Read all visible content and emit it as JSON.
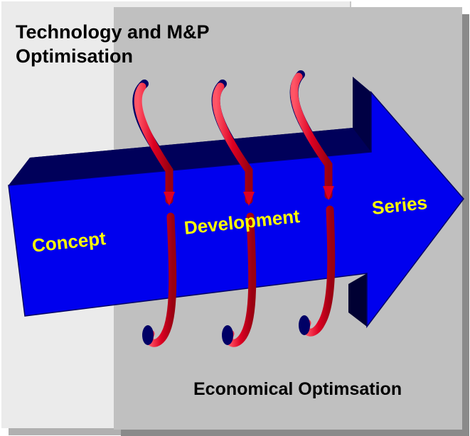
{
  "top_label": [
    "Technology and M&P",
    "Optimisation"
  ],
  "bottom_label": "Economical Optimsation",
  "stages": [
    "Concept",
    "Development",
    "Series"
  ],
  "colors": {
    "arrow_face": "#0000ee",
    "arrow_dark": "#000044",
    "loop": "#dd0022",
    "stage_text": "#ffff00",
    "panel_light": "#ebebeb",
    "panel_dark": "#c0c0c0"
  },
  "icons": [
    "cycle-loop-icon",
    "cycle-loop-icon",
    "cycle-loop-icon"
  ]
}
